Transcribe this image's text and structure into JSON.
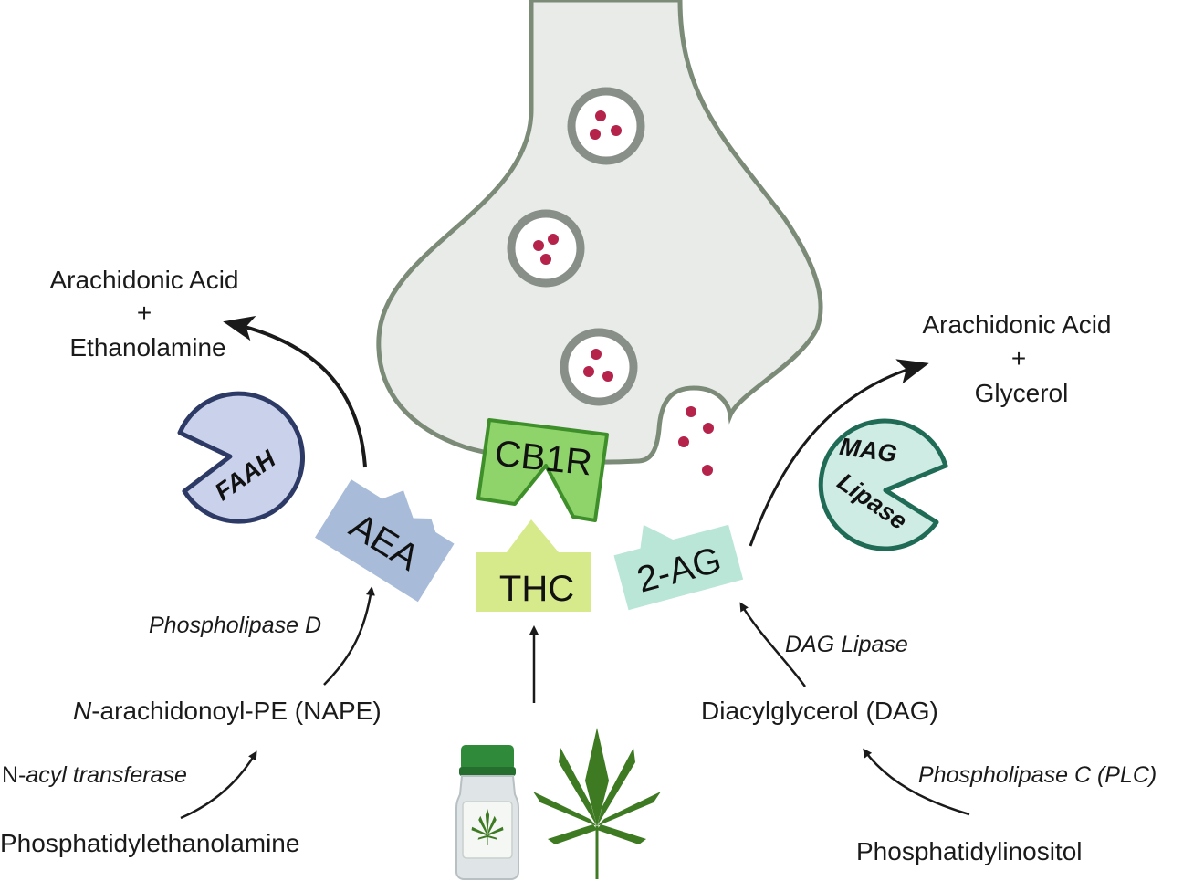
{
  "labels": {
    "left_product_line1": "Arachidonic Acid",
    "left_product_plus": "+",
    "left_product_line2": "Ethanolamine",
    "right_product_line1": "Arachidonic Acid",
    "right_product_plus": "+",
    "right_product_line2": "Glycerol",
    "nape_prefix": "N",
    "nape_rest": "-arachidonoyl-PE (NAPE)",
    "phospholipase_d": "Phospholipase D",
    "n_acyl_prefix": "N-",
    "n_acyl_rest": "acyl transferase",
    "phosphatidylethanolamine": "Phosphatidylethanolamine",
    "dag": "Diacylglycerol (DAG)",
    "dag_lipase": "DAG Lipase",
    "plc": "Phospholipase C (PLC)",
    "phosphatidylinositol": "Phosphatidylinositol"
  },
  "molecules": {
    "cb1r": "CB1R",
    "aea": "AEA",
    "thc": "THC",
    "two_ag": "2-AG"
  },
  "enzymes": {
    "faah": "FAAH",
    "mag_line1": "MAG",
    "mag_line2": "Lipase"
  },
  "colors": {
    "neuron_fill": "#e8ebe8",
    "neuron_stroke": "#7b8b78",
    "vesicle_dot": "#b5224a",
    "cb1r_fill": "#8fd46a",
    "cb1r_stroke": "#3e8f2a",
    "aea_fill": "#a8bcd9",
    "thc_fill": "#d6ea8c",
    "two_ag_fill": "#b9e6d6",
    "faah_fill": "#c9d2ea",
    "faah_stroke": "#2d3a66",
    "mag_fill": "#cfece4",
    "mag_stroke": "#1f6b55",
    "leaf_green": "#3d7a22"
  }
}
